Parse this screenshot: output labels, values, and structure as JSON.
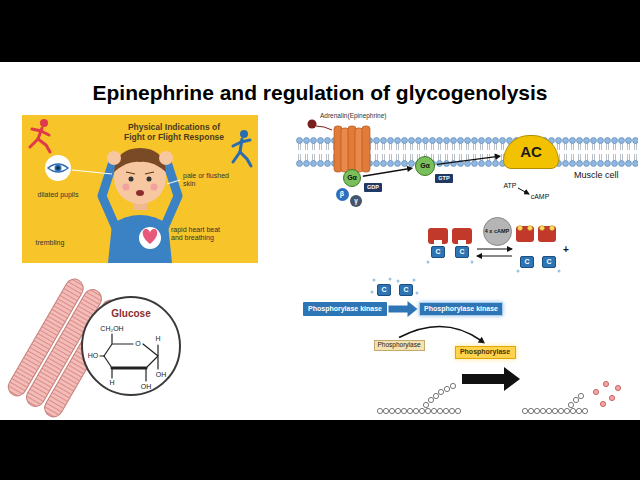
{
  "diagram": {
    "title": "Epinephrine and regulation of glycogenolysis",
    "nodes": [
      {
        "text": [
          "Physical Indications of Fight or Flight Response"
        ]
      },
      {
        "text": [
          "Gα"
        ]
      },
      {
        "text": [
          "β"
        ]
      },
      {
        "text": [
          "γ"
        ]
      },
      {
        "text": [
          "GDP"
        ]
      },
      {
        "text": [
          "Gα"
        ]
      },
      {
        "text": [
          "GTP"
        ]
      },
      {
        "text": [
          "AC"
        ]
      },
      {
        "text": [
          "4 x cAMP"
        ]
      },
      {
        "text": [
          "C"
        ]
      },
      {
        "text": [
          "C"
        ]
      },
      {
        "text": [
          "C"
        ]
      },
      {
        "text": [
          "C"
        ]
      },
      {
        "text": [
          "C"
        ]
      },
      {
        "text": [
          "C"
        ]
      },
      {
        "text": [
          "Phosphorylase kinase"
        ]
      },
      {
        "text": [
          "Phosphorylase kinase"
        ]
      },
      {
        "text": [
          "Phosphorylase"
        ]
      },
      {
        "text": [
          "Phosphorylase"
        ]
      },
      {
        "text": [
          "Glucose"
        ]
      }
    ],
    "edges": [
      {
        "from": 1,
        "to": 5,
        "arrow": "to"
      },
      {
        "from": 5,
        "to": 7,
        "arrow": "to"
      },
      {
        "from": 15,
        "to": 16,
        "arrow": "to"
      },
      {
        "from": 17,
        "to": 18,
        "arrow": "to"
      }
    ],
    "labels": [
      "dilated pupils",
      "pale or flushed skin",
      "trembling",
      "rapid heart beat and breathing",
      "Adrenalin(Epinephrine)",
      "ATP",
      "cAMP",
      "Muscle cell",
      "+",
      "CH₂OH",
      "O",
      "H",
      "OH",
      "OH",
      "H",
      "HO"
    ]
  }
}
